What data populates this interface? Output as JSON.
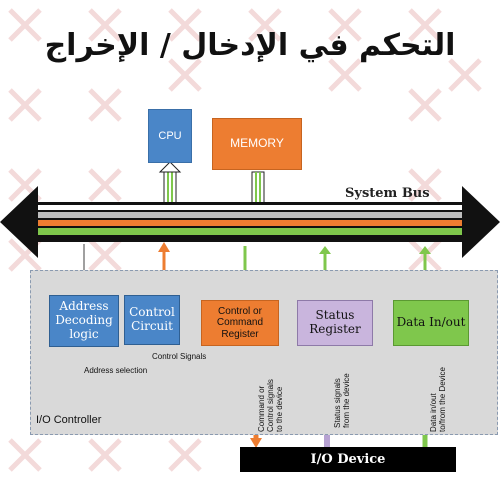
{
  "title": "التحكم في الإدخال / الإخراج",
  "cpu_label": "CPU",
  "memory_label": "MEMORY",
  "system_bus_label": "System Bus",
  "controller": {
    "label": "I/O Controller",
    "address_decoding": "Address Decoding logic",
    "control_circuit": "Control Circuit",
    "command_register": "Control or Command Register",
    "status_register": "Status Register",
    "data_inout": "Data In/out",
    "control_signals": "Control Signals",
    "address_selection": "Address selection"
  },
  "vertical_labels": {
    "command_or_control": "Command or\nControl signals\nto the device",
    "status_signals": "Status signals\nfrom the device",
    "data_inout_device": "Data in/out\nto/from the Device"
  },
  "io_device_label": "I/O Device",
  "colors": {
    "blue": "#4a86c8",
    "orange": "#ed7d31",
    "green": "#7fc74c",
    "purple": "#b7a2d2",
    "black": "#000000"
  }
}
